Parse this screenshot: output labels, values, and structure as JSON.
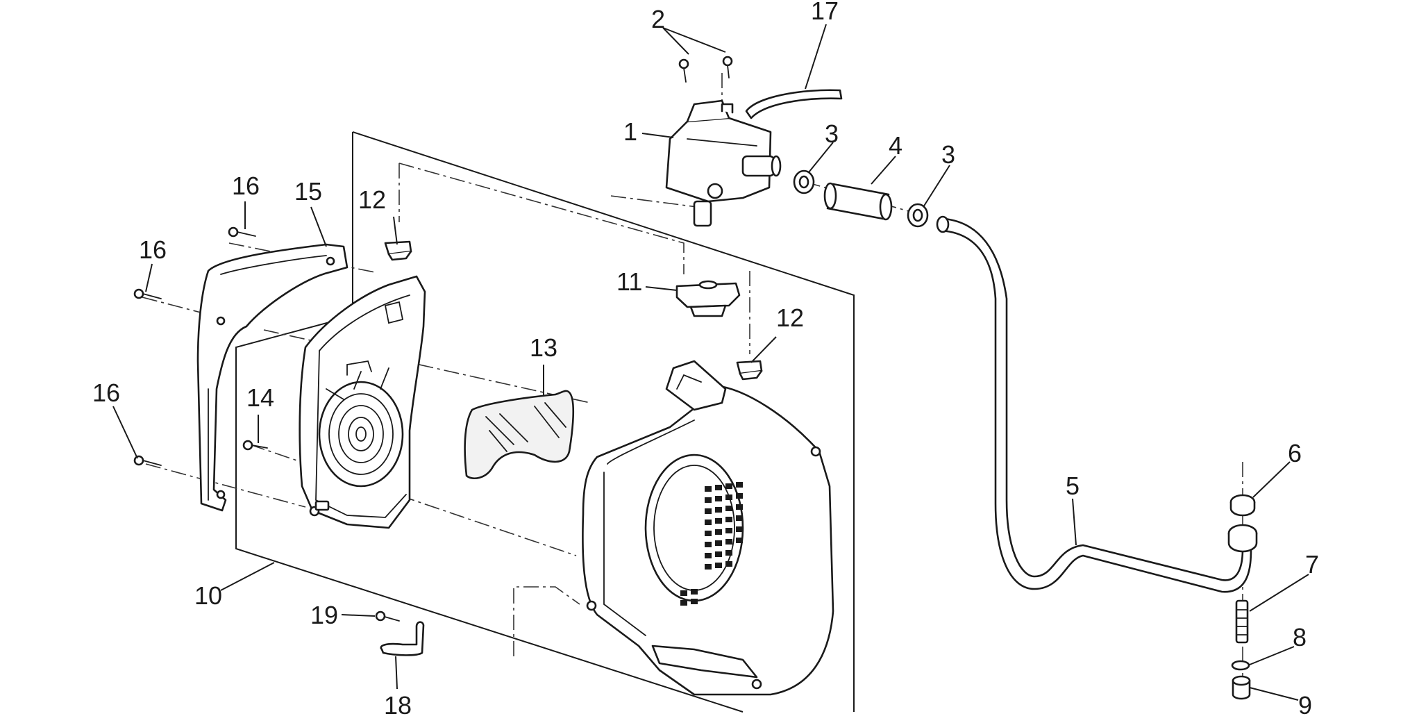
{
  "callouts": [
    {
      "id": "1",
      "text": "1"
    },
    {
      "id": "2",
      "text": "2"
    },
    {
      "id": "3a",
      "text": "3"
    },
    {
      "id": "3b",
      "text": "3"
    },
    {
      "id": "4",
      "text": "4"
    },
    {
      "id": "5",
      "text": "5"
    },
    {
      "id": "6",
      "text": "6"
    },
    {
      "id": "7",
      "text": "7"
    },
    {
      "id": "8",
      "text": "8"
    },
    {
      "id": "9",
      "text": "9"
    },
    {
      "id": "10",
      "text": "10"
    },
    {
      "id": "11",
      "text": "11"
    },
    {
      "id": "12a",
      "text": "12"
    },
    {
      "id": "12b",
      "text": "12"
    },
    {
      "id": "13",
      "text": "13"
    },
    {
      "id": "14",
      "text": "14"
    },
    {
      "id": "15",
      "text": "15"
    },
    {
      "id": "16a",
      "text": "16"
    },
    {
      "id": "16b",
      "text": "16"
    },
    {
      "id": "16c",
      "text": "16"
    },
    {
      "id": "17",
      "text": "17"
    },
    {
      "id": "18",
      "text": "18"
    },
    {
      "id": "19",
      "text": "19"
    }
  ]
}
